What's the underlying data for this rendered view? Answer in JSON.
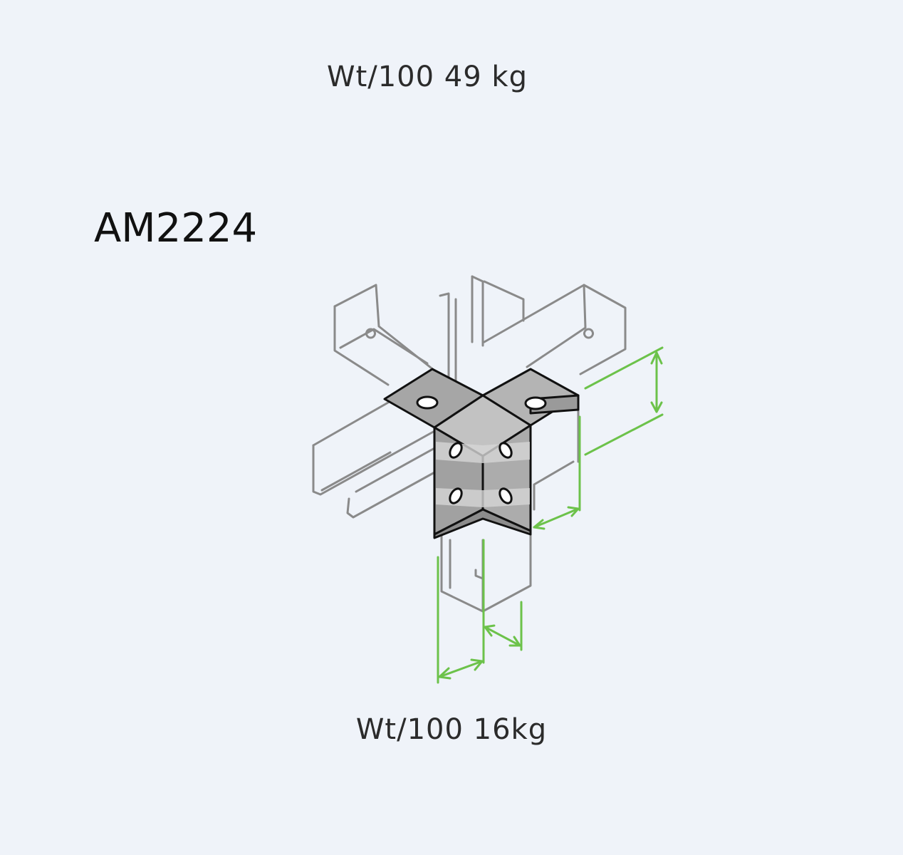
{
  "header": {
    "weight_text": "Wt/100 49 kg"
  },
  "product": {
    "code_text": "AM2224"
  },
  "footer": {
    "weight_text": "Wt/100 16kg"
  },
  "colors": {
    "background": "#eff3f9",
    "outline": "#8a8a8a",
    "bracket_dark": "#111111",
    "bracket_fill": "#9e9e9e",
    "bracket_light": "#cfcfcf",
    "dimension": "#6cc24a"
  },
  "icons": [
    "four-way-channel-bracket-drawing",
    "dimension-arrows"
  ]
}
